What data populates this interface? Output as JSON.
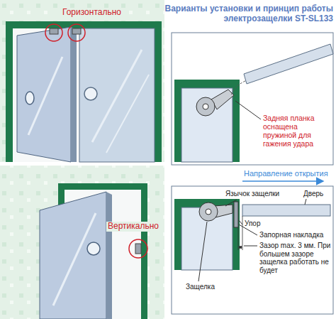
{
  "diagram": {
    "title": "Варианты установки и принцип работы электрозащелки ST-SL133",
    "labels": [
      "Горизонтально",
      "Вертикально",
      "Задняя планка оснащена пружиной для гажения удара",
      "Направление открытия",
      "Язычок защелки",
      "Дверь",
      "Упор",
      "Запорная накладка",
      "Зазор max. 3 мм. При большем зазоре защелка работать не будет",
      "Защелка"
    ]
  }
}
